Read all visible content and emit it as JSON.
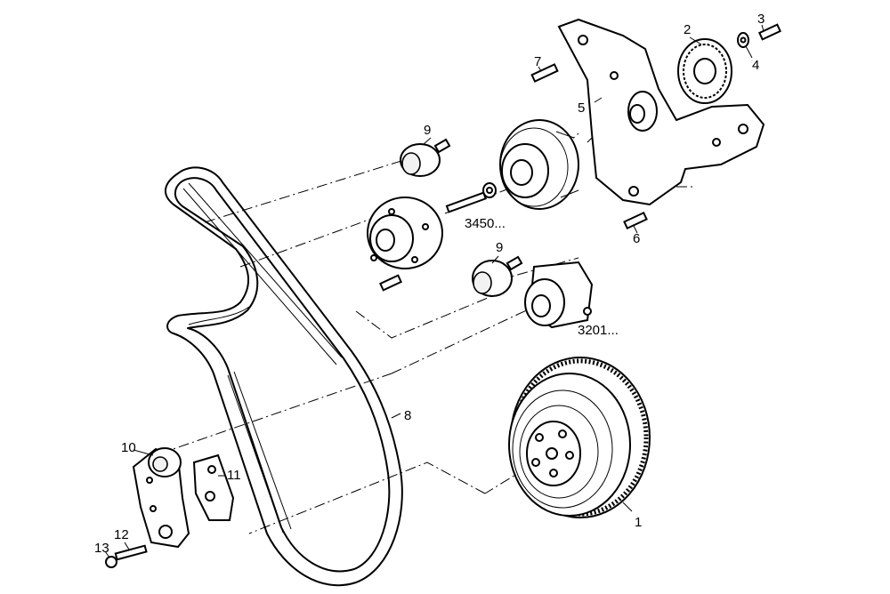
{
  "diagram": {
    "callouts": {
      "c1": "1",
      "c2": "2",
      "c3": "3",
      "c4": "4",
      "c5": "5",
      "c6": "6",
      "c7": "7",
      "c8": "8",
      "c9a": "9",
      "c9b": "9",
      "c10": "10",
      "c11": "11",
      "c12": "12",
      "c13": "13",
      "c3450": "3450...",
      "c3201": "3201..."
    }
  }
}
